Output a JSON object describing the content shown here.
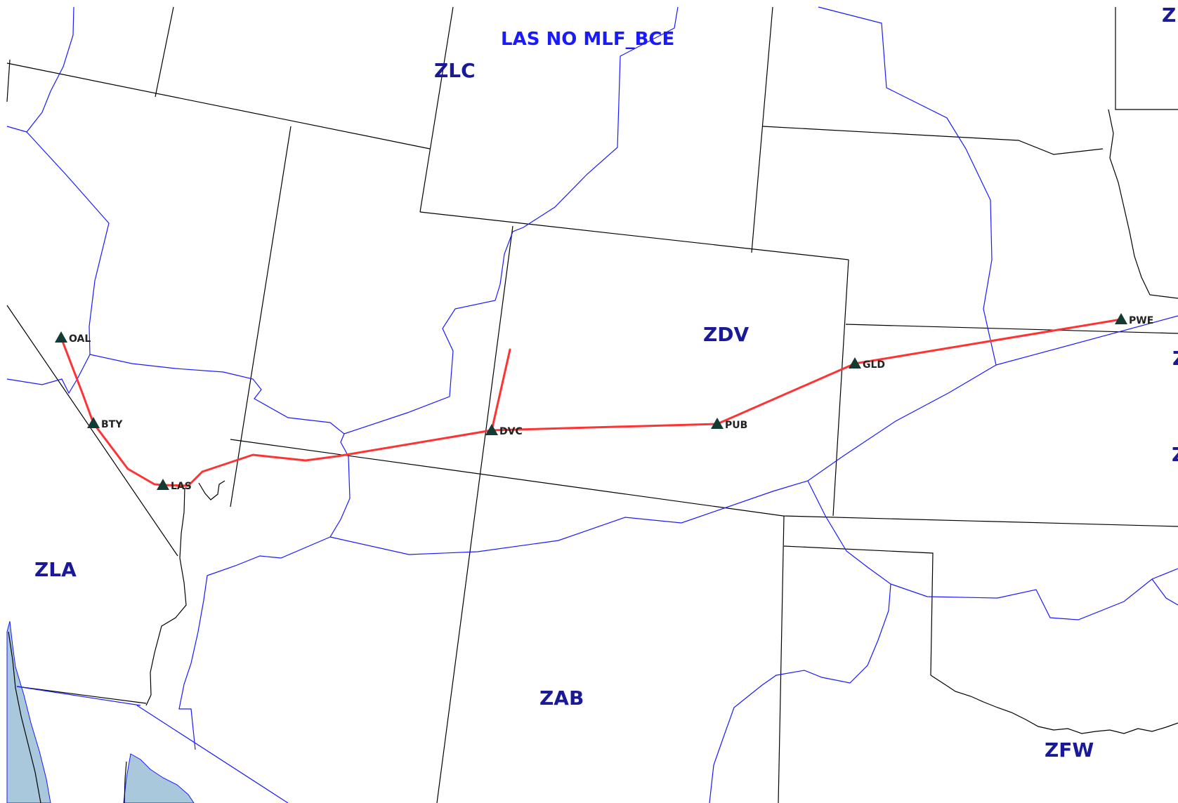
{
  "title": "LAS NO MLF_BCE",
  "colors": {
    "route": "#ff3333",
    "artcc_boundary": "#1a1aff",
    "state_boundary": "#000000",
    "center_label": "#1a1a99",
    "water": "#a9c8dc",
    "fix_marker": "#123b34"
  },
  "centers": [
    {
      "id": "zlc",
      "label": "ZLC"
    },
    {
      "id": "zdv",
      "label": "ZDV"
    },
    {
      "id": "zla",
      "label": "ZLA"
    },
    {
      "id": "zab",
      "label": "ZAB"
    },
    {
      "id": "zfw",
      "label": "ZFW"
    },
    {
      "id": "edge-top-right",
      "label": "Z"
    },
    {
      "id": "edge-right",
      "label": "Z"
    },
    {
      "id": "edge-right-lower",
      "label": "Z"
    }
  ],
  "fixes": [
    {
      "id": "OAL",
      "label": "OAL",
      "icon": "triangle-icon"
    },
    {
      "id": "BTY",
      "label": "BTY",
      "icon": "triangle-icon"
    },
    {
      "id": "LAS",
      "label": "LAS",
      "icon": "triangle-icon"
    },
    {
      "id": "DVC",
      "label": "DVC",
      "icon": "triangle-icon"
    },
    {
      "id": "PUB",
      "label": "PUB",
      "icon": "triangle-icon"
    },
    {
      "id": "GLD",
      "label": "GLD",
      "icon": "triangle-icon"
    },
    {
      "id": "PWE",
      "label": "PWE",
      "icon": "triangle-icon"
    }
  ],
  "route": {
    "sequence": [
      "OAL",
      "BTY",
      "LAS",
      "DVC",
      "PUB",
      "GLD",
      "PWE"
    ],
    "branch_from": "DVC"
  }
}
